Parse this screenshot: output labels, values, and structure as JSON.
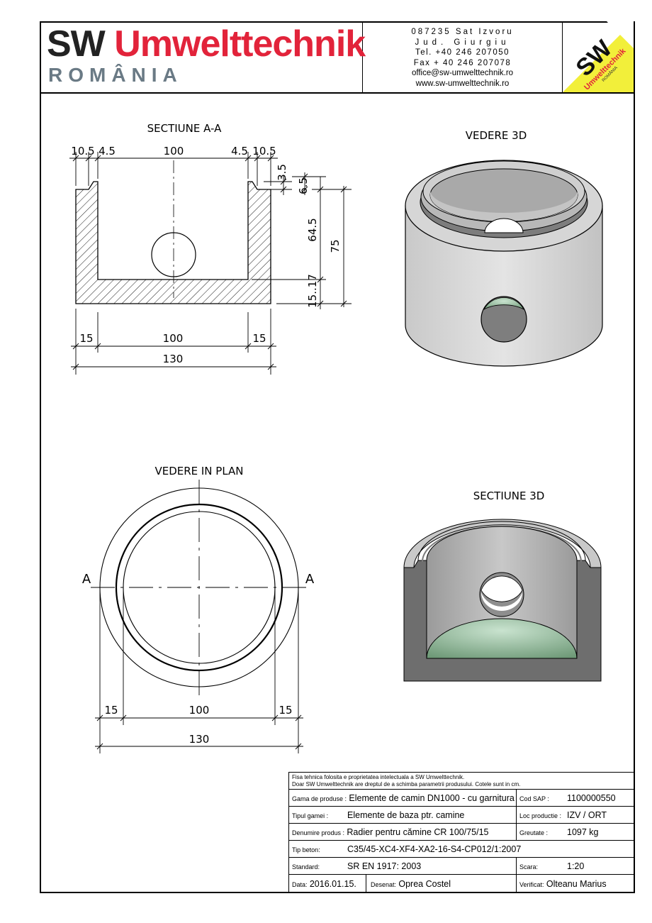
{
  "header": {
    "logo_main": "SW",
    "logo_red": "Umwelttechnik",
    "logo_sub": "ROMÂNIA",
    "address_line1": "087235 Sat Izvoru",
    "address_line2": "Jud. Giurgiu",
    "phone": "Tel. +40 246 207050",
    "fax": "Fax + 40 246 207078",
    "email": "office@sw-umwelttechnik.ro",
    "web": "www.sw-umwelttechnik.ro",
    "badge_sw": "SW",
    "badge_text": "Umwelttechnik",
    "badge_sub": "ROMÂNIA"
  },
  "section_aa": {
    "title": "SECTIUNE A-A",
    "dim_top": [
      "10.5",
      "4.5",
      "100",
      "4.5",
      "10.5"
    ],
    "dim_right": [
      "3.5",
      "6.5",
      "64.5",
      "75",
      "15..17"
    ],
    "dim_bottom": [
      "15",
      "100",
      "15"
    ],
    "dim_total": "130"
  },
  "view_3d": {
    "title": "VEDERE 3D"
  },
  "plan_view": {
    "title": "VEDERE IN PLAN",
    "cut_left": "A",
    "cut_right": "A",
    "dim_bottom": [
      "15",
      "100",
      "15"
    ],
    "dim_total": "130"
  },
  "section_3d": {
    "title": "SECTIUNE 3D"
  },
  "title_block": {
    "note1": "Fisa tehnica folosita e proprietatea intelectuala a SW Umwelttechnik.",
    "note2": "Doar SW Umwelttechnik are dreptul de a schimba parametrii produsului. Cotele sunt in cm.",
    "gama_label": "Gama de produse :",
    "gama_value": "Elemente de camin DN1000 - cu garnitura",
    "codsap_label": "Cod SAP :",
    "codsap_value": "1100000550",
    "tip_label": "Tipul gamei :",
    "tip_value": "Elemente de baza ptr. camine",
    "loc_label": "Loc productie :",
    "loc_value": "IZV / ORT",
    "den_label": "Denumire produs :",
    "den_value": "Radier pentru cămine CR 100/75/15",
    "greut_label": "Greutate :",
    "greut_value": "1097 kg",
    "beton_label": "Tip beton:",
    "beton_value": "C35/45-XC4-XF4-XA2-16-S4-CP012/1:2007",
    "std_label": "Standard:",
    "std_value": "SR EN 1917: 2003",
    "scara_label": "Scara:",
    "scara_value": "1:20",
    "data_label": "Data:",
    "data_value": "2016.01.15.",
    "desenat_label": "Desenat:",
    "desenat_value": "Oprea Costel",
    "verif_label": "Verificat:",
    "verif_value": "Olteanu Marius"
  }
}
